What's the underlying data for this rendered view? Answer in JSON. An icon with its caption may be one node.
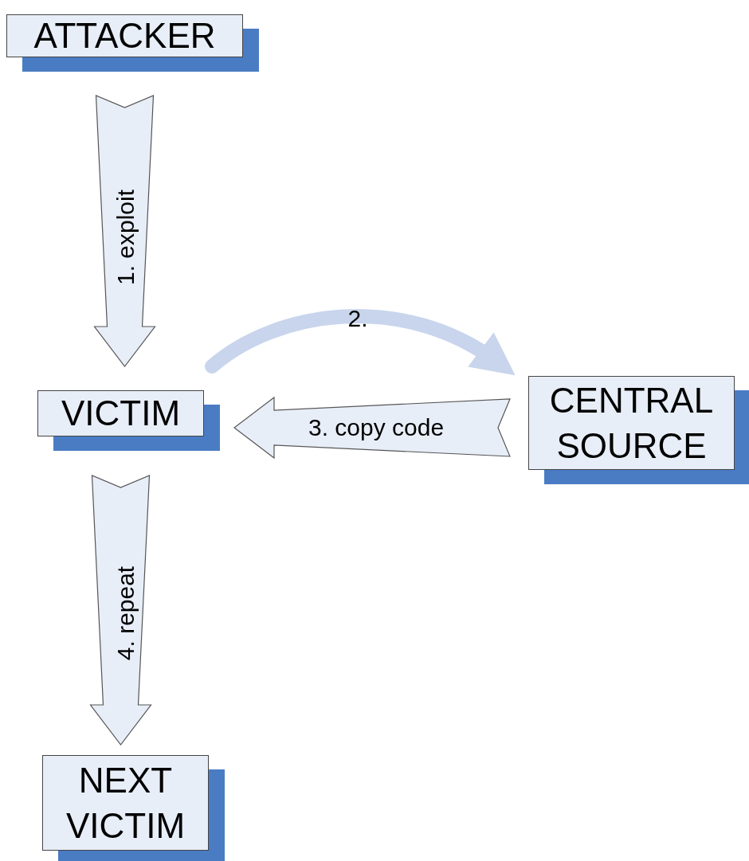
{
  "diagram": {
    "nodes": [
      {
        "text": [
          "ATTACKER"
        ]
      },
      {
        "text": [
          "VICTIM"
        ]
      },
      {
        "text": [
          "CENTRAL SOURCE"
        ]
      },
      {
        "text": [
          "NEXT VICTIM"
        ]
      }
    ],
    "edges": [
      {
        "from": 0,
        "to": 1,
        "arrow": "to",
        "label": "1. exploit"
      },
      {
        "from": 1,
        "to": 2,
        "arrow": "to",
        "label": "2.",
        "color": "#c8d5ec"
      },
      {
        "from": 2,
        "to": 1,
        "arrow": "to",
        "label": "3. copy code"
      },
      {
        "from": 1,
        "to": 3,
        "arrow": "to",
        "label": "4. repeat"
      }
    ]
  }
}
